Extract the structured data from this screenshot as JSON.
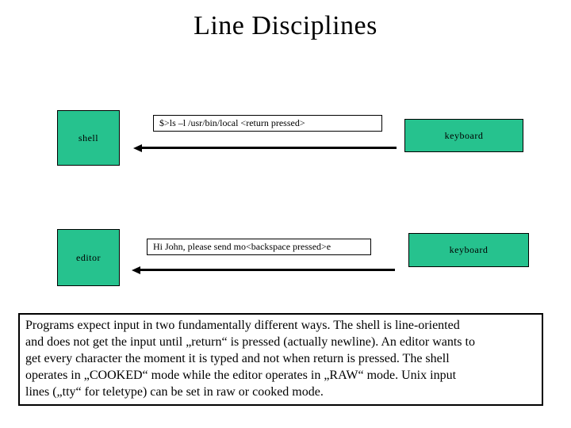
{
  "title": "Line Disciplines",
  "colors": {
    "box_fill_green": "#26C28E",
    "border": "#000000",
    "background": "#FFFFFF"
  },
  "diagram": {
    "rows": [
      {
        "program": "shell",
        "message": "$>ls –l /usr/bin/local <return pressed>",
        "source": "keyboard",
        "arrow_direction": "left"
      },
      {
        "program": "editor",
        "message": "Hi John, please send mo<backspace pressed>e",
        "source": "keyboard",
        "arrow_direction": "left"
      }
    ]
  },
  "paragraph": {
    "lines": [
      "Programs expect input in two fundamentally different ways. The shell is line-oriented",
      "and does not get the input until „return“ is pressed (actually newline). An editor wants to",
      "get every character the moment it is typed and not when return is pressed. The shell",
      "operates in „COOKED“ mode while the editor operates in „RAW“ mode. Unix input",
      "lines („tty“ for teletype) can be set in raw or cooked mode."
    ]
  }
}
